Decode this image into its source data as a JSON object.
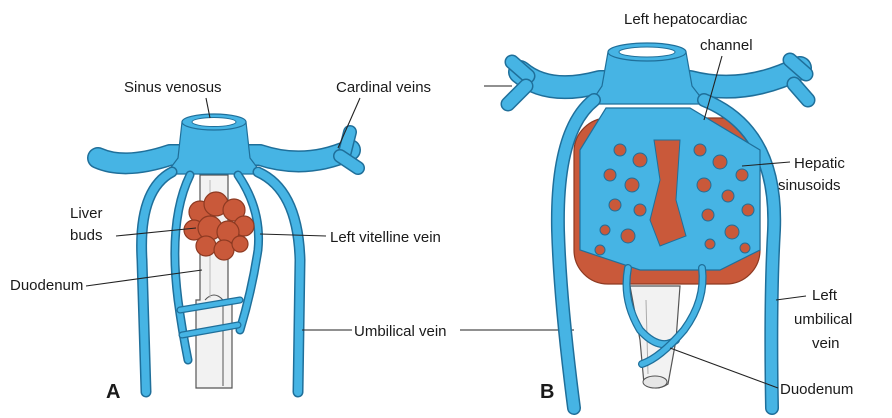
{
  "colors": {
    "vein": "#46b4e4",
    "vein_outline": "#1f6f9a",
    "liver": "#c9593a",
    "gut": "#f2f2f2"
  },
  "panel_a": {
    "panel_letter": "A",
    "labels": {
      "sinus_venosus": "Sinus venosus",
      "cardinal_veins": "Cardinal veins",
      "liver_buds_line1": "Liver",
      "liver_buds_line2": "buds",
      "left_vitelline_vein": "Left vitelline vein",
      "duodenum": "Duodenum",
      "umbilical_vein": "Umbilical vein"
    }
  },
  "panel_b": {
    "panel_letter": "B",
    "labels": {
      "left_hepatocardiac_line1": "Left hepatocardiac",
      "left_hepatocardiac_line2": "channel",
      "hepatic_sinusoids_line1": "Hepatic",
      "hepatic_sinusoids_line2": "sinusoids",
      "left_umbilical_line1": "Left",
      "left_umbilical_line2": "umbilical",
      "left_umbilical_line3": "vein",
      "duodenum": "Duodenum"
    }
  }
}
